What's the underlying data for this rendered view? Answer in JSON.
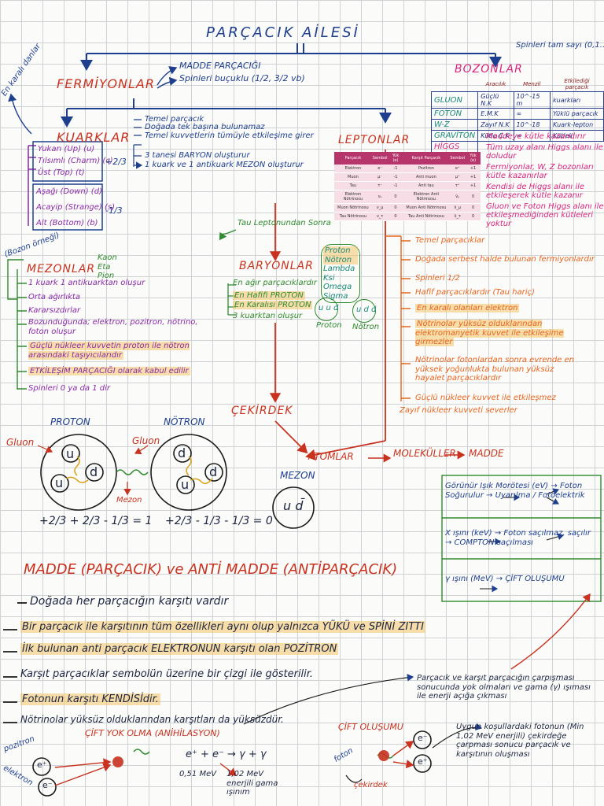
{
  "title": "PARÇACIK AİLESİ",
  "fermiyonlar": {
    "label": "FERMİYONLAR",
    "notes": [
      "MADDE PARÇACIĞI",
      "Spinleri buçuklu (1/2, 3/2 vb)"
    ],
    "margin_note": "En karalı danlar"
  },
  "bozonlar": {
    "label": "BOZONLAR",
    "spin_note": "Spinleri tam sayı (0,1...)",
    "headers": [
      "Aracılık",
      "Menzil",
      "Etkilediği parçacık"
    ],
    "rows": [
      [
        "GLUON",
        "Güçlü N.K",
        "10^-15 m",
        "kuarkları"
      ],
      [
        "FOTON",
        "E.M.K",
        "∞",
        "Yüklü parçacık"
      ],
      [
        "W-Z",
        "Zayıf N.K",
        "10^-18",
        "Kuark-lepton"
      ],
      [
        "GRAVİTON",
        "Kütle Ç.K",
        "∞",
        "Kütleli"
      ]
    ],
    "higgs": "HİGGS",
    "higgs_notes": [
      "Maddeye kütle kazandırır",
      "Tüm uzay alanı Higgs alanı ile doludur",
      "Fermiyonlar, W, Z bozonları kütle kazanırlar",
      "Kendisi de Higgs alanı ile etkileşerek kütle kazanır",
      "Gluon ve Foton Higgs alanı ile etkileşmediğinden kütleleri yoktur"
    ]
  },
  "kuarklar": {
    "label": "KUARKLAR",
    "notes": [
      "Temel parçacık",
      "Doğada tek başına bulunamaz",
      "Temel kuvvetlerin tümüyle etkileşime girer",
      "3 tanesi BARYON oluşturur",
      "1 kuark ve 1 antikuark MEZON oluşturur"
    ],
    "items": [
      "Yukarı (Up) (u)",
      "Tılsımlı (Charm) (c)",
      "Üst (Top) (t)",
      "Aşağı (Down) (d)",
      "Acayip (Strange) (s)",
      "Alt (Bottom) (b)"
    ],
    "charge_up": "+2/3",
    "charge_down": "-1/3"
  },
  "leptonlar": {
    "label": "LEPTONLAR",
    "table_headers": [
      "Parçacık",
      "Sembol",
      "Yük (e)",
      "Karşıt Parçacık",
      "Sembol",
      "Yük (e)"
    ],
    "table_rows": [
      [
        "Elektron",
        "e⁻",
        "-1",
        "Pozitron",
        "e⁺",
        "+1"
      ],
      [
        "Muon",
        "μ⁻",
        "-1",
        "Anti muon",
        "μ⁺",
        "+1"
      ],
      [
        "Tau",
        "τ⁻",
        "-1",
        "Anti tau",
        "τ⁺",
        "+1"
      ],
      [
        "Elektron Nötrinosu",
        "νₑ",
        "0",
        "Elektron Anti Nötrinosu",
        "ν̄ₑ",
        "0"
      ],
      [
        "Muon Nötrinosu",
        "ν_μ",
        "0",
        "Muon Anti Nötrinosu",
        "ν̄_μ",
        "0"
      ],
      [
        "Tau Nötrinosu",
        "ν_τ",
        "0",
        "Tau Anti Nötrinosu",
        "ν̄_τ",
        "0"
      ]
    ],
    "notes": [
      "Temel parçacıklar",
      "Doğada serbest halde bulunan fermiyonlardır",
      "Spinleri 1/2",
      "Hafif parçacıklardır (Tau hariç)",
      "En karalı olanları elektron",
      "Nötrinolar yüksüz olduklarından elektromanyetik kuvvet ile etkileşime girmezler",
      "Nötrinolar fotonlardan sonra evrende en yüksek yoğunlukta bulunan yüksüz hayalet parçacıklardır",
      "Güçlü nükleer kuvvet ile etkileşmez",
      "Zayıf nükleer kuvveti severler"
    ]
  },
  "mezonlar": {
    "label": "MEZONLAR",
    "side_note": "(Bozon örneği)",
    "examples": [
      "Kaon",
      "Eta",
      "Pion"
    ],
    "notes": [
      "1 kuark 1 antikuarktan oluşur",
      "Orta ağırlıkta",
      "Kararsızdırlar",
      "Bozunduğunda; elektron, pozitron, nötrino, foton oluşur",
      "Güçlü nükleer kuvvetin proton ile nötron arasındaki taşıyıcılarıdır",
      "ETKİLEŞİM PARÇACIĞI olarak kabul edilir",
      "Spinleri 0 ya da 1 dir"
    ]
  },
  "baryonlar": {
    "label": "BARYONLAR",
    "tau_note": "Tau Leptonundan Sonra",
    "examples": [
      "Proton",
      "Nötron",
      "Lambda",
      "Ksi",
      "Omega",
      "Sigma"
    ],
    "notes": [
      "En ağır parçacıklardır",
      "En Hafifi PROTON",
      "En Karalısı PROTON",
      "3 kuarktan oluşur"
    ],
    "proton_q": "u u d",
    "neutron_q": "u d d",
    "proton_label": "Proton",
    "neutron_label": "Nötron"
  },
  "cekirdek": "ÇEKİRDEK",
  "chain": [
    "ATOMLAR",
    "MOLEKÜLLER",
    "MADDE"
  ],
  "diagram": {
    "proton": "PROTON",
    "notron": "NÖTRON",
    "gluon1": "Gluon",
    "gluon2": "Gluon",
    "mezon": "Mezon",
    "eq_p": "+2/3 + 2/3 - 1/3 = 1",
    "eq_n": "+2/3 - 1/3 - 1/3 = 0",
    "mezon_label": "MEZON",
    "mezon_quarks": "u  d̄"
  },
  "photon_box": [
    "Görünür Işık Morötesi (eV) → Foton Soğurulur → Uyarılma / Fotoelektrik",
    "X ışını (keV) → Foton saçılmaz, saçılır → COMPTON saçılması",
    "γ ışını (MeV) → ÇİFT OLUŞUMU"
  ],
  "antimadde": {
    "title": "MADDE (PARÇACIK) ve ANTİ MADDE (ANTİPARÇACIK)",
    "lines": [
      "Doğada her parçacığın karşıtı vardır",
      "Bir parçacık ile karşıtının tüm özellikleri aynı olup yalnızca YÜKÜ ve SPİNİ ZITTI",
      "İlk bulunan anti parçacık ELEKTRONUN karşıtı olan POZİTRON",
      "Karşıt parçacıklar sembolün üzerine bir çizgi ile gösterilir.",
      "Fotonun karşıtı KENDİSİdir.",
      "Nötrinolar yüksüz olduklarından karşıtları da yüksüzdür."
    ],
    "right_note": "Parçacık ve karşıt parçacığın çarpışması sonucunda yok olmaları ve gama (γ) ışıması ile enerji açığa çıkması",
    "right_note2": "Uygun koşullardaki fotonun (Min 1,02 MeV enerjili) çekirdeğe çarpması sonucu parçacık ve karşıtının oluşması",
    "cift_yok": "ÇİFT YOK OLMA (ANİHİLASYON)",
    "cift_olusum": "ÇİFT OLUŞUMU",
    "reaction": "e⁺ + e⁻ → γ + γ",
    "pozitron": "pozitron",
    "elektron": "elektron",
    "spin_note": "0,51 MeV",
    "gama_note": "1,02 MeV enerjili gama ışınım",
    "foton": "foton",
    "cekirdek": "çekirdek"
  }
}
